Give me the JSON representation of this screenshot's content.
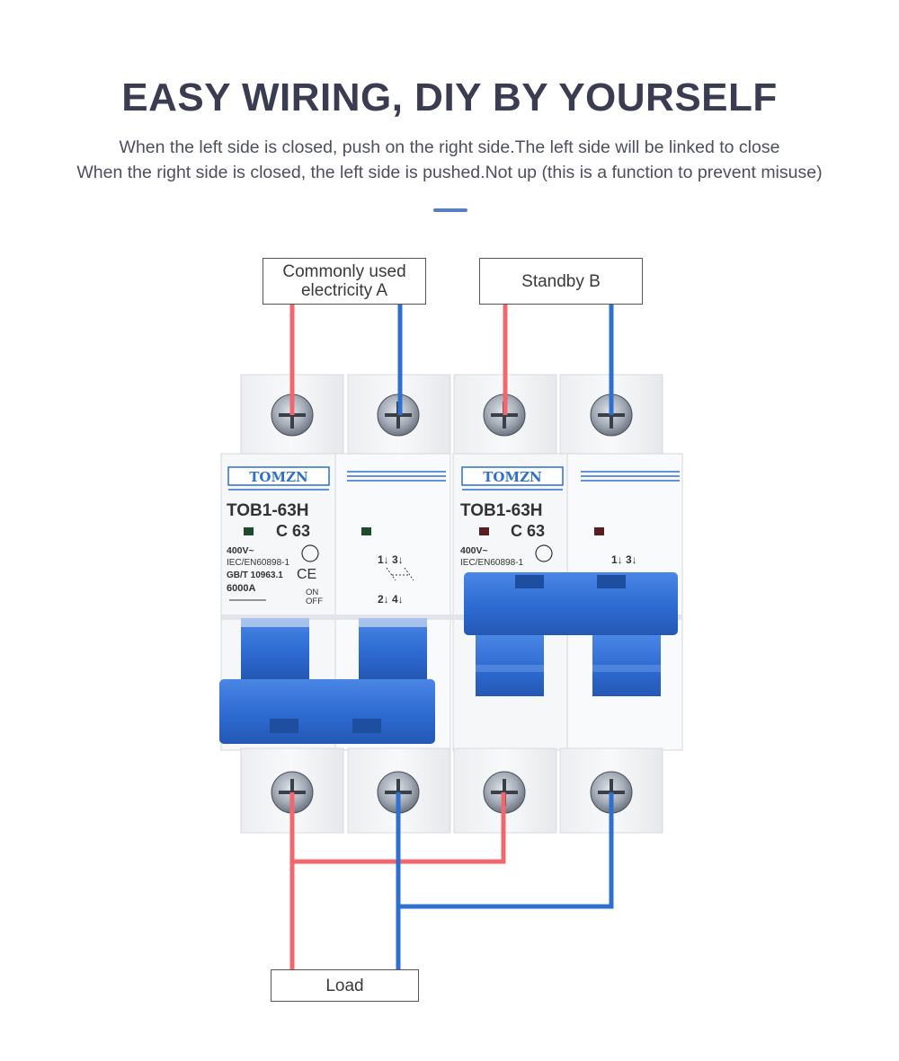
{
  "header": {
    "title": "EASY WIRING, DIY BY YOURSELF",
    "line1": "When the left side is closed, push on the right side.The left side will be linked to close",
    "line2": "When the right side is closed, the left side is pushed.Not up (this is a function to prevent misuse)"
  },
  "labels": {
    "source_a_line1": "Commonly used",
    "source_a_line2": "electricity A",
    "standby_b": "Standby B",
    "load": "Load"
  },
  "device": {
    "brand": "TOMZN",
    "model": "TOB1-63H",
    "rating": "C 63",
    "voltage": "400V~",
    "standard1": "IEC/EN60898-1",
    "standard2": "GB/T 10963.1",
    "capacity": "6000A",
    "on_label": "ON",
    "off_label": "OFF",
    "contact_top": "1↓  3↓",
    "contact_bottom": "2↓  4↓"
  },
  "colors": {
    "live_wire": "#f0676d",
    "neutral_wire": "#2f6fd0",
    "handle": "#2f6fd0",
    "accent": "#5a7cc0",
    "title": "#3a3d52"
  }
}
